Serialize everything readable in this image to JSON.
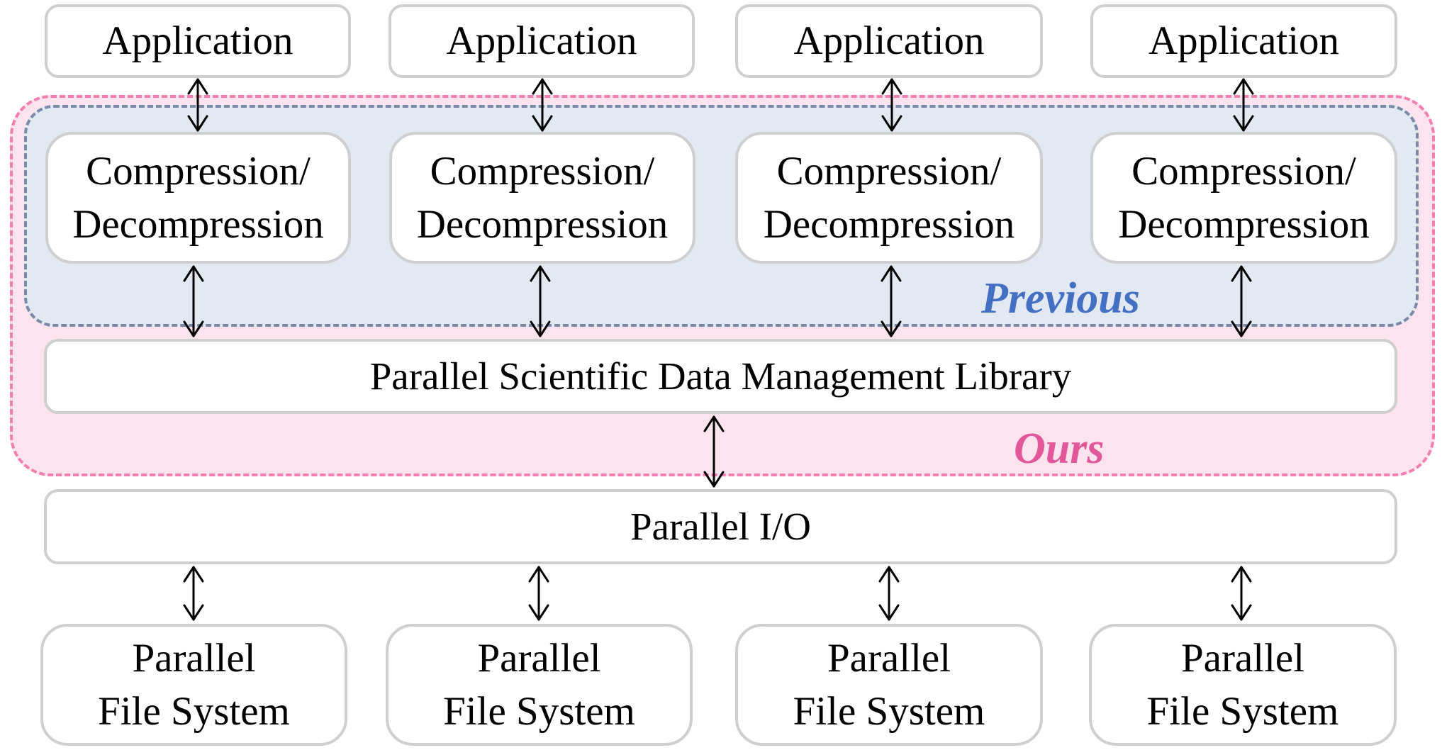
{
  "regions": {
    "previous_label": "Previous",
    "ours_label": "Ours"
  },
  "columns": [
    {
      "application": "Application",
      "compression": [
        "Compression/",
        "Decompression"
      ],
      "pfs": [
        "Parallel",
        "File System"
      ]
    },
    {
      "application": "Application",
      "compression": [
        "Compression/",
        "Decompression"
      ],
      "pfs": [
        "Parallel",
        "File System"
      ]
    },
    {
      "application": "Application",
      "compression": [
        "Compression/",
        "Decompression"
      ],
      "pfs": [
        "Parallel",
        "File System"
      ]
    },
    {
      "application": "Application",
      "compression": [
        "Compression/",
        "Decompression"
      ],
      "pfs": [
        "Parallel",
        "File System"
      ]
    }
  ],
  "library": "Parallel Scientific Data Management Library",
  "parallel_io": "Parallel I/O",
  "colors": {
    "ours_fill": "#fde3ee",
    "ours_border": "#f27fb0",
    "ours_text": "#e2579a",
    "previous_fill": "#e2e9f3",
    "previous_border": "#7a8aa6",
    "previous_text": "#4470c4",
    "box_border": "#cfcfcf"
  }
}
